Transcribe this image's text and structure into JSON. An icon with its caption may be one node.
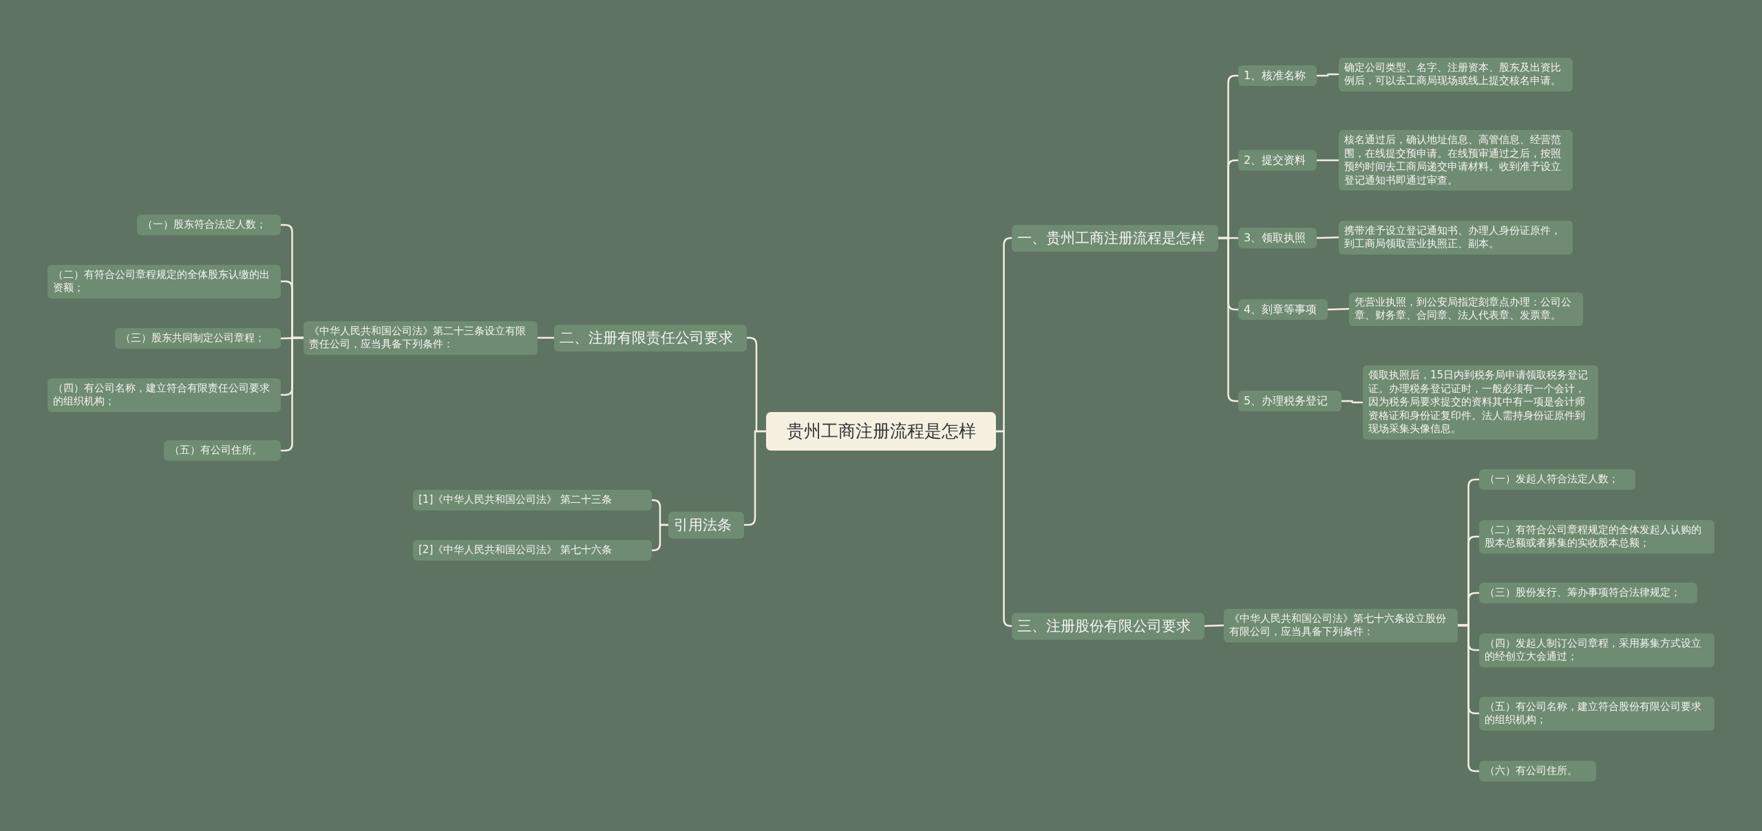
{
  "diagram": {
    "nodes": [
      {
        "text": [
          "贵州工商注册流程是怎样"
        ]
      },
      {
        "text": [
          "一、贵州工商注册流程是怎样"
        ]
      },
      {
        "text": [
          "1、核准名称"
        ]
      },
      {
        "text": [
          "确定公司类型、名字、注册资本、股东及出资比例后，可以去工商局现场或线上提交核名申请。"
        ]
      },
      {
        "text": [
          "2、提交资料"
        ]
      },
      {
        "text": [
          "核名通过后，确认地址信息、高管信息、经营范围，在线提交预申请。在线预审通过之后，按照预约时间去工商局递交申请材料。收到准予设立登记通知书即通过审查。"
        ]
      },
      {
        "text": [
          "3、领取执照"
        ]
      },
      {
        "text": [
          "携带准予设立登记通知书、办理人身份证原件，到工商局领取营业执照正、副本。"
        ]
      },
      {
        "text": [
          "4、刻章等事项"
        ]
      },
      {
        "text": [
          "凭营业执照，到公安局指定刻章点办理：公司公章、财务章、合同章、法人代表章、发票章。"
        ]
      },
      {
        "text": [
          "5、办理税务登记"
        ]
      },
      {
        "text": [
          "领取执照后，15日内到税务局申请领取税务登记证。办理税务登记证时，一般必须有一个会计，因为税务局要求提交的资料其中有一项是会计师资格证和身份证复印件。法人需持身份证原件到现场采集头像信息。"
        ]
      },
      {
        "text": [
          "三、注册股份有限公司要求"
        ]
      },
      {
        "text": [
          "《中华人民共和国公司法》第七十六条设立股份有限公司，应当具备下列条件："
        ]
      },
      {
        "text": [
          "（一）发起人符合法定人数；"
        ]
      },
      {
        "text": [
          "（二）有符合公司章程规定的全体发起人认购的股本总额或者募集的实收股本总额；"
        ]
      },
      {
        "text": [
          "（三）股份发行、筹办事项符合法律规定；"
        ]
      },
      {
        "text": [
          "（四）发起人制订公司章程，采用募集方式设立的经创立大会通过；"
        ]
      },
      {
        "text": [
          "（五）有公司名称，建立符合股份有限公司要求的组织机构；"
        ]
      },
      {
        "text": [
          "（六）有公司住所。"
        ]
      },
      {
        "text": [
          "二、注册有限责任公司要求"
        ]
      },
      {
        "text": [
          "《中华人民共和国公司法》第二十三条设立有限责任公司，应当具备下列条件："
        ]
      },
      {
        "text": [
          "（一）股东符合法定人数；"
        ]
      },
      {
        "text": [
          "（二）有符合公司章程规定的全体股东认缴的出资额；"
        ]
      },
      {
        "text": [
          "（三）股东共同制定公司章程；"
        ]
      },
      {
        "text": [
          "（四）有公司名称，建立符合有限责任公司要求的组织机构；"
        ]
      },
      {
        "text": [
          "（五）有公司住所。"
        ]
      },
      {
        "text": [
          "引用法条"
        ]
      },
      {
        "text": [
          "[1]《中华人民共和国公司法》 第二十三条"
        ]
      },
      {
        "text": [
          "[2]《中华人民共和国公司法》 第七十六条"
        ]
      }
    ],
    "edges": [
      {
        "from": 0,
        "to": 1,
        "arrow": "none"
      },
      {
        "from": 1,
        "to": 2,
        "arrow": "none"
      },
      {
        "from": 2,
        "to": 3,
        "arrow": "none"
      },
      {
        "from": 1,
        "to": 4,
        "arrow": "none"
      },
      {
        "from": 4,
        "to": 5,
        "arrow": "none"
      },
      {
        "from": 1,
        "to": 6,
        "arrow": "none"
      },
      {
        "from": 6,
        "to": 7,
        "arrow": "none"
      },
      {
        "from": 1,
        "to": 8,
        "arrow": "none"
      },
      {
        "from": 8,
        "to": 9,
        "arrow": "none"
      },
      {
        "from": 1,
        "to": 10,
        "arrow": "none"
      },
      {
        "from": 10,
        "to": 11,
        "arrow": "none"
      },
      {
        "from": 0,
        "to": 12,
        "arrow": "none"
      },
      {
        "from": 12,
        "to": 13,
        "arrow": "none"
      },
      {
        "from": 13,
        "to": 14,
        "arrow": "none"
      },
      {
        "from": 13,
        "to": 15,
        "arrow": "none"
      },
      {
        "from": 13,
        "to": 16,
        "arrow": "none"
      },
      {
        "from": 13,
        "to": 17,
        "arrow": "none"
      },
      {
        "from": 13,
        "to": 18,
        "arrow": "none"
      },
      {
        "from": 13,
        "to": 19,
        "arrow": "none"
      },
      {
        "from": 0,
        "to": 20,
        "arrow": "none"
      },
      {
        "from": 20,
        "to": 21,
        "arrow": "none"
      },
      {
        "from": 21,
        "to": 22,
        "arrow": "none"
      },
      {
        "from": 21,
        "to": 23,
        "arrow": "none"
      },
      {
        "from": 21,
        "to": 24,
        "arrow": "none"
      },
      {
        "from": 21,
        "to": 25,
        "arrow": "none"
      },
      {
        "from": 21,
        "to": 26,
        "arrow": "none"
      },
      {
        "from": 0,
        "to": 27,
        "arrow": "none"
      },
      {
        "from": 27,
        "to": 28,
        "arrow": "none"
      },
      {
        "from": 27,
        "to": 29,
        "arrow": "none"
      }
    ]
  }
}
